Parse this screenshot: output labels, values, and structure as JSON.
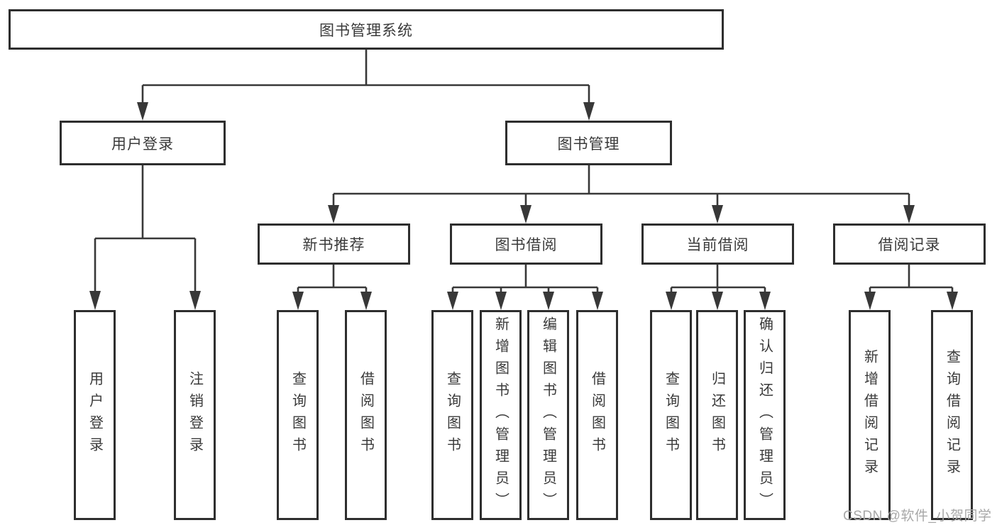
{
  "root": {
    "label": "图书管理系统"
  },
  "branches": [
    {
      "label": "用户登录",
      "children": [
        {
          "label": "用户登录"
        },
        {
          "label": "注销登录"
        }
      ]
    },
    {
      "label": "图书管理",
      "children": [
        {
          "label": "新书推荐",
          "children": [
            {
              "label": "查询图书"
            },
            {
              "label": "借阅图书"
            }
          ]
        },
        {
          "label": "图书借阅",
          "children": [
            {
              "label": "查询图书"
            },
            {
              "label": "新增图书（管理员）"
            },
            {
              "label": "编辑图书（管理员）"
            },
            {
              "label": "借阅图书"
            }
          ]
        },
        {
          "label": "当前借阅",
          "children": [
            {
              "label": "查询图书"
            },
            {
              "label": "归还图书"
            },
            {
              "label": "确认归还（管理员）"
            }
          ]
        },
        {
          "label": "借阅记录",
          "children": [
            {
              "label": "新增借阅记录"
            },
            {
              "label": "查询借阅记录"
            }
          ]
        }
      ]
    }
  ],
  "colors": {
    "line": "#383838",
    "border": "#2e2e2e",
    "text": "#3a3a3a",
    "watermark_text": "#a8a8a8"
  },
  "watermark": "CSDN @软件_小贺同学"
}
